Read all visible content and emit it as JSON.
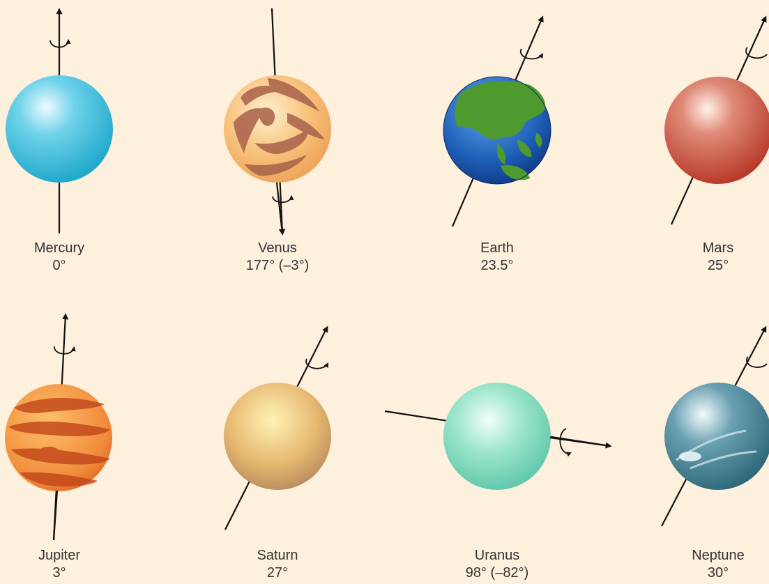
{
  "planets": [
    {
      "name": "Mercury",
      "tilt": "0°"
    },
    {
      "name": "Venus",
      "tilt": "177° (–3°)"
    },
    {
      "name": "Earth",
      "tilt": "23.5°"
    },
    {
      "name": "Mars",
      "tilt": "25°"
    },
    {
      "name": "Jupiter",
      "tilt": "3°"
    },
    {
      "name": "Saturn",
      "tilt": "27°"
    },
    {
      "name": "Uranus",
      "tilt": "98° (–82°)"
    },
    {
      "name": "Neptune",
      "tilt": "30°"
    }
  ]
}
